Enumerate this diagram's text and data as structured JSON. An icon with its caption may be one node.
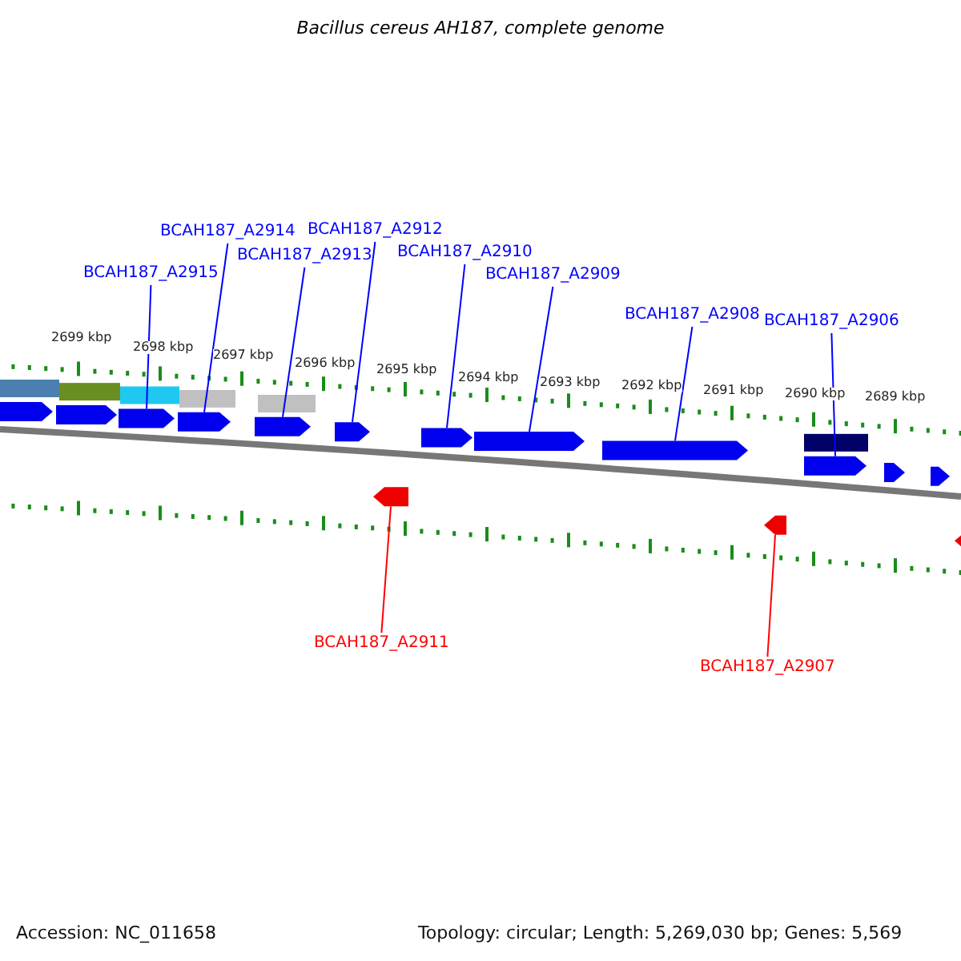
{
  "diagram": {
    "title": "Bacillus cereus AH187, complete genome",
    "nodes": [
      {
        "text": [
          "BCAH187_A2915"
        ]
      },
      {
        "text": [
          "BCAH187_A2914"
        ]
      },
      {
        "text": [
          "BCAH187_A2913"
        ]
      },
      {
        "text": [
          "BCAH187_A2912"
        ]
      },
      {
        "text": [
          "BCAH187_A2910"
        ]
      },
      {
        "text": [
          "BCAH187_A2909"
        ]
      },
      {
        "text": [
          "BCAH187_A2908"
        ]
      },
      {
        "text": [
          "BCAH187_A2906"
        ]
      },
      {
        "text": [
          "BCAH187_A2911"
        ]
      },
      {
        "text": [
          "BCAH187_A2907"
        ]
      },
      {
        "text": [],
        "shape": "arrow"
      },
      {
        "text": [],
        "shape": "arrow"
      },
      {
        "text": [],
        "shape": "arrow"
      },
      {
        "text": [],
        "shape": "arrow"
      },
      {
        "text": [],
        "shape": "arrow"
      },
      {
        "text": [],
        "shape": "arrow"
      },
      {
        "text": [],
        "shape": "arrow"
      },
      {
        "text": [],
        "shape": "arrow"
      },
      {
        "text": [],
        "shape": "arrow"
      },
      {
        "text": [],
        "shape": "arrow"
      },
      {
        "text": [],
        "shape": "arrow"
      },
      {
        "text": [],
        "shape": "arrow"
      },
      {
        "text": [],
        "shape": "arrow"
      },
      {
        "text": [],
        "shape": "arrow"
      },
      {
        "text": [],
        "shape": "arrow"
      }
    ],
    "edges": [
      {
        "from": 0,
        "to": 12,
        "arrow": "none"
      },
      {
        "from": 1,
        "to": 13,
        "arrow": "none"
      },
      {
        "from": 2,
        "to": 14,
        "arrow": "none"
      },
      {
        "from": 3,
        "to": 15,
        "arrow": "none"
      },
      {
        "from": 4,
        "to": 17,
        "arrow": "none"
      },
      {
        "from": 5,
        "to": 18,
        "arrow": "none"
      },
      {
        "from": 6,
        "to": 19,
        "arrow": "none"
      },
      {
        "from": 7,
        "to": 21,
        "arrow": "none"
      },
      {
        "from": 8,
        "to": 16,
        "arrow": "none",
        "color": "#ff0000"
      },
      {
        "from": 9,
        "to": 20,
        "arrow": "none",
        "color": "#ff0000"
      }
    ],
    "labels": [
      "2699 kbp",
      "2698 kbp",
      "2697 kbp",
      "2696 kbp",
      "2695 kbp",
      "2694 kbp",
      "2693 kbp",
      "2692 kbp",
      "2691 kbp",
      "2690 kbp",
      "2689 kbp",
      "Accession: NC_011658",
      "Topology: circular; Length: 5,269,030 bp; Genes: 5,569"
    ]
  }
}
